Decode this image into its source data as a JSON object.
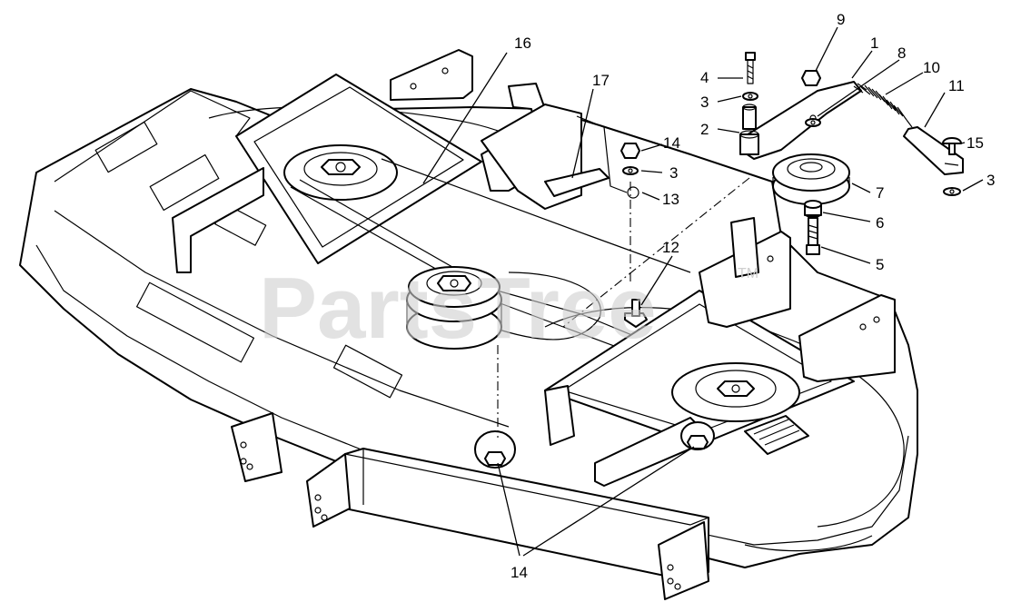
{
  "watermark": {
    "text": "PartsTree",
    "trademark": "TM"
  },
  "callouts": {
    "c1": "1",
    "c2": "2",
    "c3a": "3",
    "c3b": "3",
    "c3c": "3",
    "c4": "4",
    "c5": "5",
    "c6": "6",
    "c7": "7",
    "c8": "8",
    "c9": "9",
    "c10": "10",
    "c11": "11",
    "c12": "12",
    "c13": "13",
    "c14a": "14",
    "c14b": "14",
    "c15": "15",
    "c16": "16",
    "c17": "17"
  }
}
